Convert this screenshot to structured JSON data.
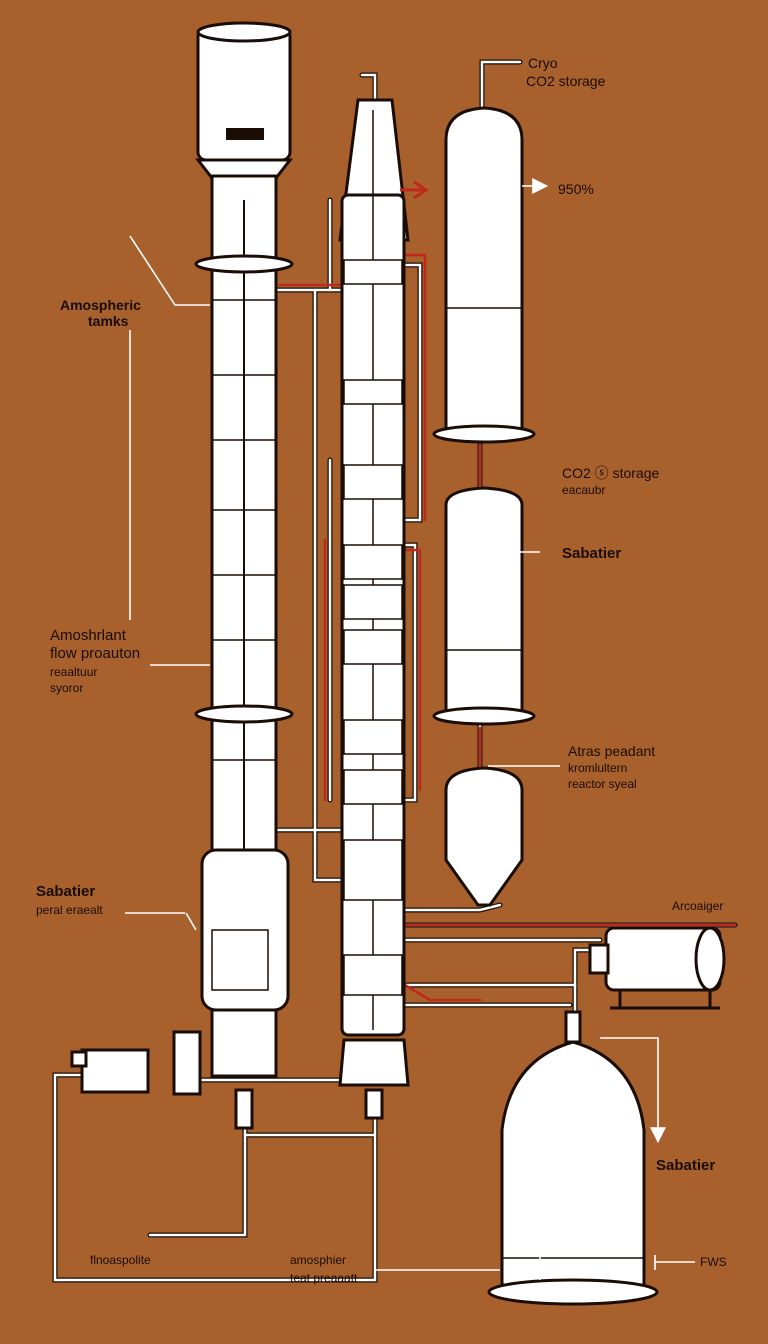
{
  "diagram": {
    "background": "#a8602c",
    "line_color": "#1a0d05",
    "vessel_fill": "#ffffff",
    "accent_red": "#c0281c",
    "labels": {
      "cryo_title": "Cryo",
      "cryo_sub": "CO2 storage",
      "percent": "950%",
      "atm_tanks_1": "Amospheric",
      "atm_tanks_2": "tamks",
      "co2_storage_1": "CO2 ⓢ storage",
      "co2_storage_2": "eacaubr",
      "sabatier_mid": "Sabatier",
      "flow_1": "Amoshrlant",
      "flow_2": "flow proauton",
      "flow_3": "reaaltuur",
      "flow_4": "syoror",
      "atras_1": "Atras peadant",
      "atras_2": "kromlultern",
      "atras_3": "reactor syeal",
      "sabatier_left": "Sabatier",
      "sabatier_left_sub": "peral eraealt",
      "arcoaiger": "Arcoaiger",
      "sabatier_bottom": "Sabatier",
      "fws": "FWS",
      "bottom_left": "flnoaspolite",
      "bottom_mid_1": "amosphier",
      "bottom_mid_2": "teat preaaatt"
    }
  }
}
